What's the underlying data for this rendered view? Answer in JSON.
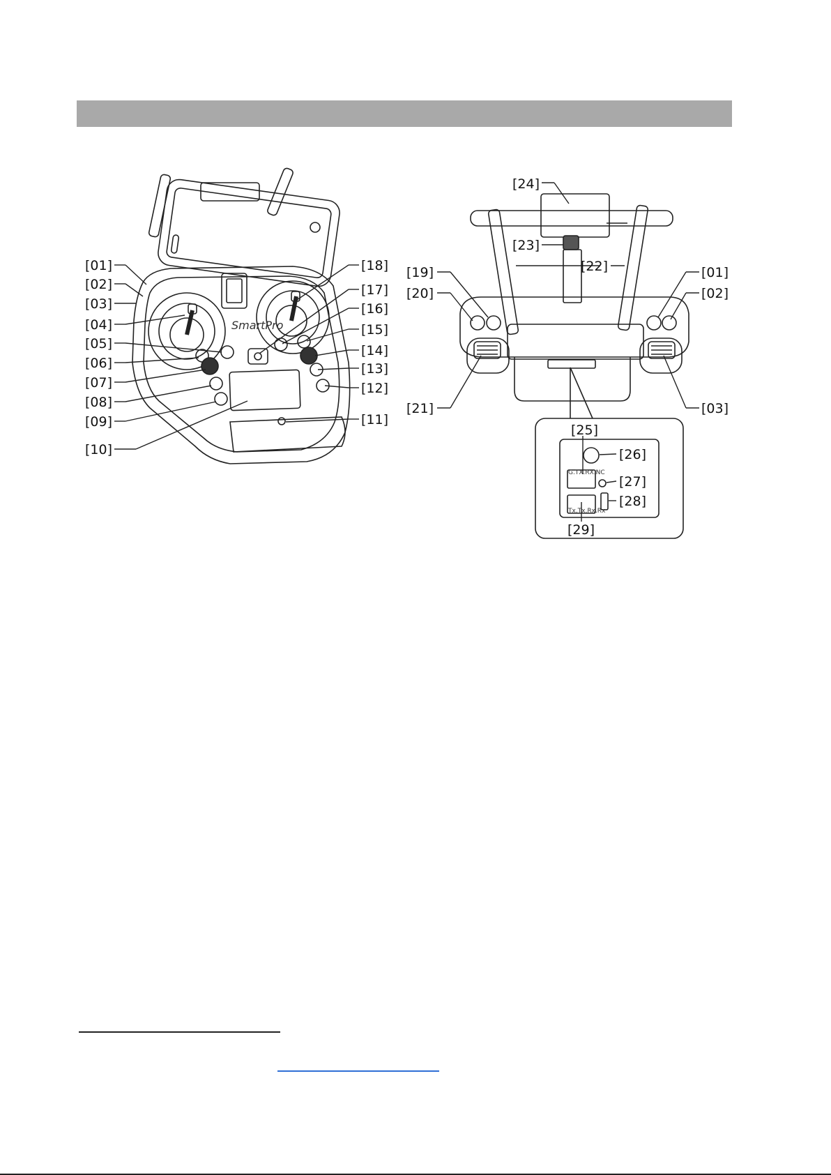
{
  "front_view": {
    "brand": "SmartPro",
    "callouts_left": [
      "[01]",
      "[02]",
      "[03]",
      "[04]",
      "[05]",
      "[06]",
      "[07]",
      "[08]",
      "[09]",
      "[10]"
    ],
    "callouts_right": [
      "[18]",
      "[17]",
      "[16]",
      "[15]",
      "[14]",
      "[13]",
      "[12]",
      "[11]"
    ]
  },
  "top_view": {
    "callouts": [
      "[24]",
      "[23]",
      "[22]",
      "[19]",
      "[20]",
      "[01]",
      "[02]",
      "[21]",
      "[03]"
    ]
  },
  "port_detail": {
    "callouts": [
      "[25]",
      "[26]",
      "[27]",
      "[28]",
      "[29]"
    ],
    "port_label_top": "G.TX.RX.NC",
    "port_label_bottom": "Tx.Tx.Rx.Rx"
  }
}
